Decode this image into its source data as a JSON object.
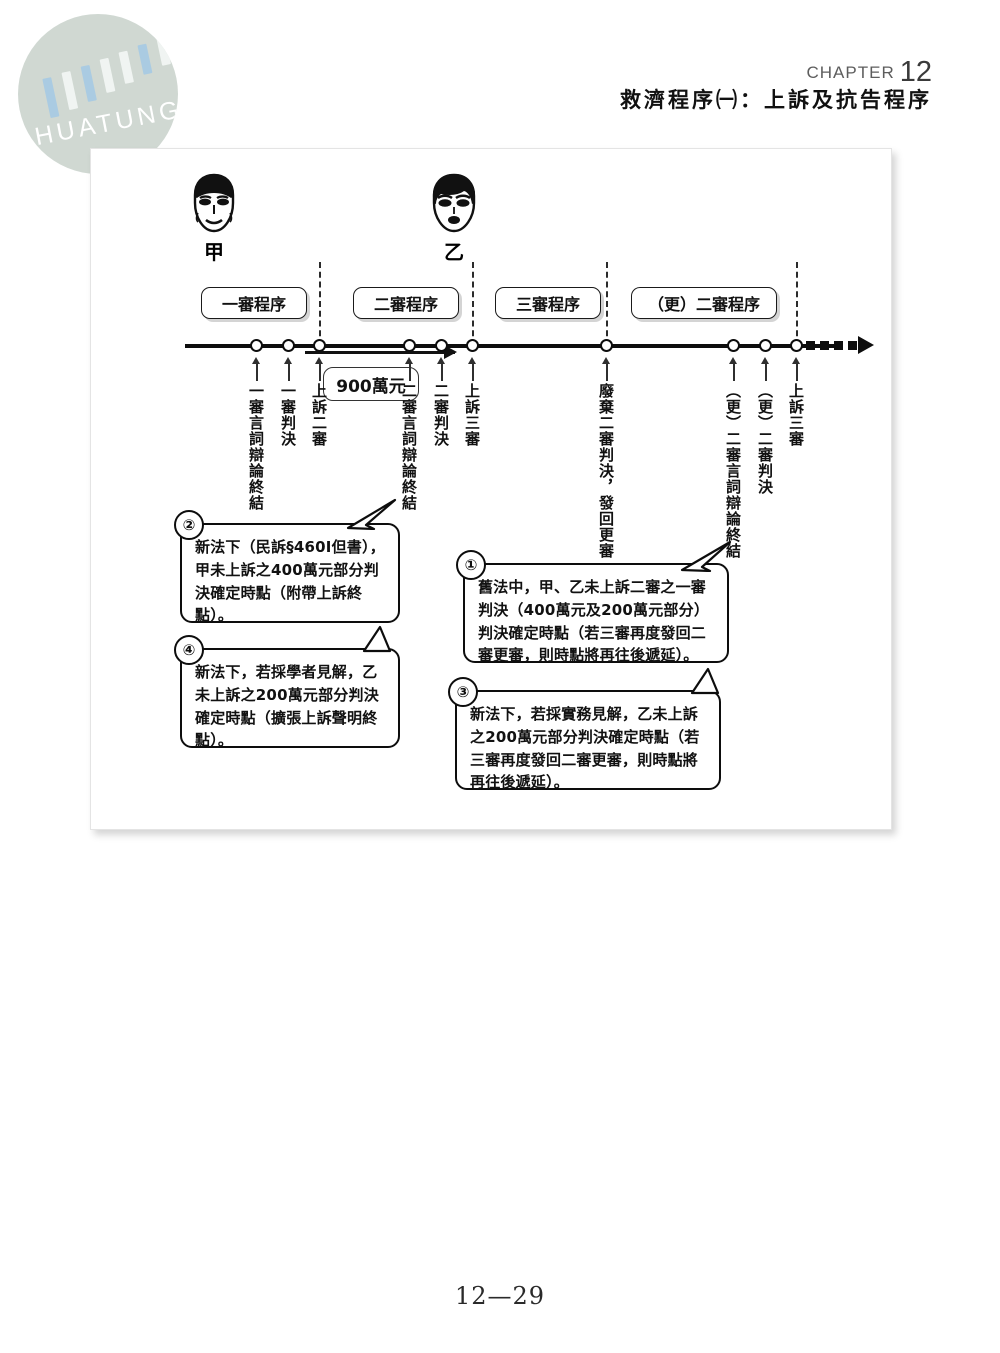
{
  "brand": {
    "wordmark": "HUATUNG"
  },
  "header": {
    "chapter_label": "CHAPTER",
    "chapter_number": "12",
    "title": "救濟程序㈠：上訴及抗告程序"
  },
  "figure": {
    "parties": [
      {
        "name": "甲",
        "icon": "male-face-icon"
      },
      {
        "name": "乙",
        "icon": "female-face-icon"
      }
    ],
    "claim_amount": "900萬元",
    "stages": [
      {
        "label": "一審程序"
      },
      {
        "label": "二審程序"
      },
      {
        "label": "三審程序"
      },
      {
        "label": "（更）二審程序"
      }
    ],
    "events": [
      {
        "label": "一審言詞辯論終結"
      },
      {
        "label": "一審判決"
      },
      {
        "label": "上訴二審"
      },
      {
        "label": "二審言詞辯論終結"
      },
      {
        "label": "二審判決"
      },
      {
        "label": "上訴三審"
      },
      {
        "label": "廢棄二審判決，發回更審"
      },
      {
        "label": "（更）二審言詞辯論終結"
      },
      {
        "label": "（更）二審判決"
      },
      {
        "label": "上訴三審"
      }
    ],
    "callouts": [
      {
        "number": "①",
        "text": "舊法中，甲、乙未上訴二審之一審判決（400萬元及200萬元部分）判決確定時點（若三審再度發回二審更審，則時點將再往後遞延）。"
      },
      {
        "number": "②",
        "text": "新法下（民訴§460Ⅰ但書），甲未上訴之400萬元部分判決確定時點（附帶上訴終點）。"
      },
      {
        "number": "③",
        "text": "新法下，若採實務見解，乙未上訴之200萬元部分判決確定時點（若三審再度發回二審更審，則時點將再往後遞延）。"
      },
      {
        "number": "④",
        "text": "新法下，若採學者見解，乙未上訴之200萬元部分判決確定時點（擴張上訴聲明終點）。"
      }
    ]
  },
  "footer": {
    "page_number": "12—29"
  },
  "colors": {
    "brand_circle": "#c8d2cb",
    "ink": "#0d0d0d",
    "header_gray": "#5d5d5d"
  }
}
